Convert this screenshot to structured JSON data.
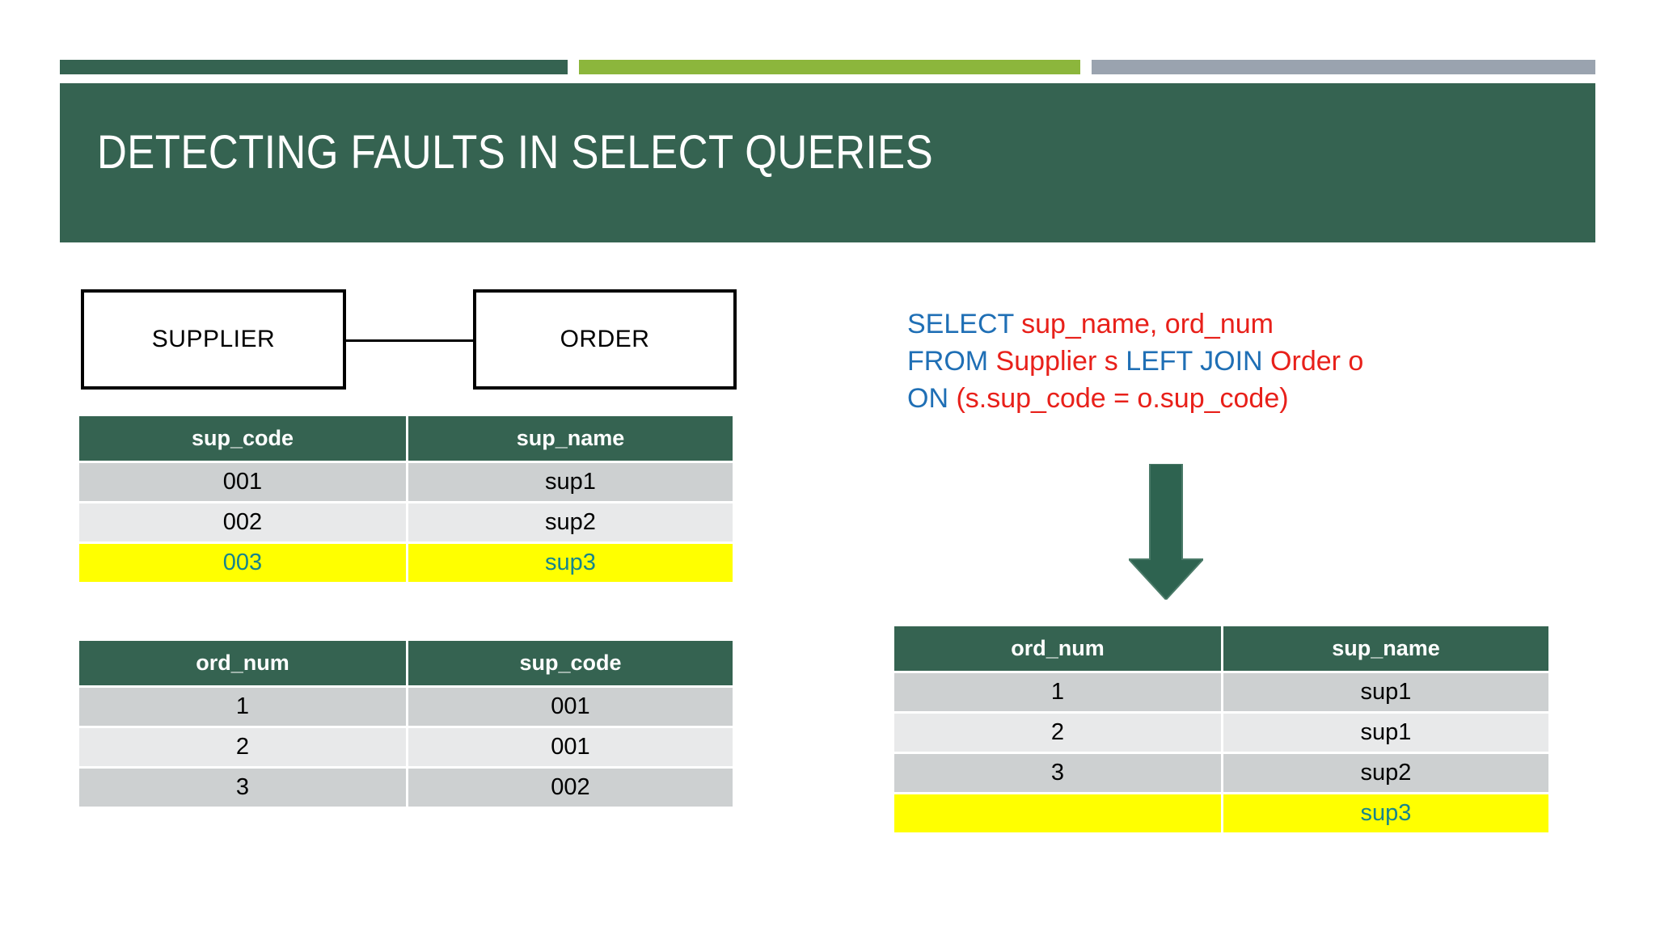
{
  "slide": {
    "title": "DETECTING FAULTS IN SELECT QUERIES",
    "accent_colors": {
      "dark_green": "#356351",
      "lime_green": "#8CB63C",
      "gray": "#9AA3AF",
      "highlight_yellow": "#FFFF00",
      "highlight_text_teal": "#16858D",
      "sql_keyword_blue": "#1F6FB5",
      "sql_identifier_red": "#E8201A"
    }
  },
  "er_diagram": {
    "entities": [
      {
        "name": "SUPPLIER"
      },
      {
        "name": "ORDER"
      }
    ]
  },
  "supplier_table": {
    "headers": [
      "sup_code",
      "sup_name"
    ],
    "rows": [
      {
        "cells": [
          "001",
          "sup1"
        ],
        "highlight": false
      },
      {
        "cells": [
          "002",
          "sup2"
        ],
        "highlight": false
      },
      {
        "cells": [
          "003",
          "sup3"
        ],
        "highlight": true
      }
    ]
  },
  "order_table": {
    "headers": [
      "ord_num",
      "sup_code"
    ],
    "rows": [
      {
        "cells": [
          "1",
          "001"
        ],
        "highlight": false
      },
      {
        "cells": [
          "2",
          "001"
        ],
        "highlight": false
      },
      {
        "cells": [
          "3",
          "002"
        ],
        "highlight": false
      }
    ]
  },
  "result_table": {
    "headers": [
      "ord_num",
      "sup_name"
    ],
    "rows": [
      {
        "cells": [
          "1",
          "sup1"
        ],
        "highlight": false
      },
      {
        "cells": [
          "2",
          "sup1"
        ],
        "highlight": false
      },
      {
        "cells": [
          "3",
          "sup2"
        ],
        "highlight": false
      },
      {
        "cells": [
          "",
          "sup3"
        ],
        "highlight": true
      }
    ]
  },
  "sql": {
    "lines": [
      [
        {
          "text": "SELECT ",
          "type": "keyword"
        },
        {
          "text": "sup_name, ord_num",
          "type": "identifier"
        }
      ],
      [
        {
          "text": "FROM ",
          "type": "keyword"
        },
        {
          "text": "Supplier s ",
          "type": "identifier"
        },
        {
          "text": "LEFT JOIN ",
          "type": "keyword"
        },
        {
          "text": "Order o",
          "type": "identifier"
        }
      ],
      [
        {
          "text": "ON ",
          "type": "keyword"
        },
        {
          "text": "(s.sup_code = o.sup_code)",
          "type": "identifier"
        }
      ]
    ]
  },
  "arrow": {
    "direction": "down",
    "color": "#2E6350"
  }
}
